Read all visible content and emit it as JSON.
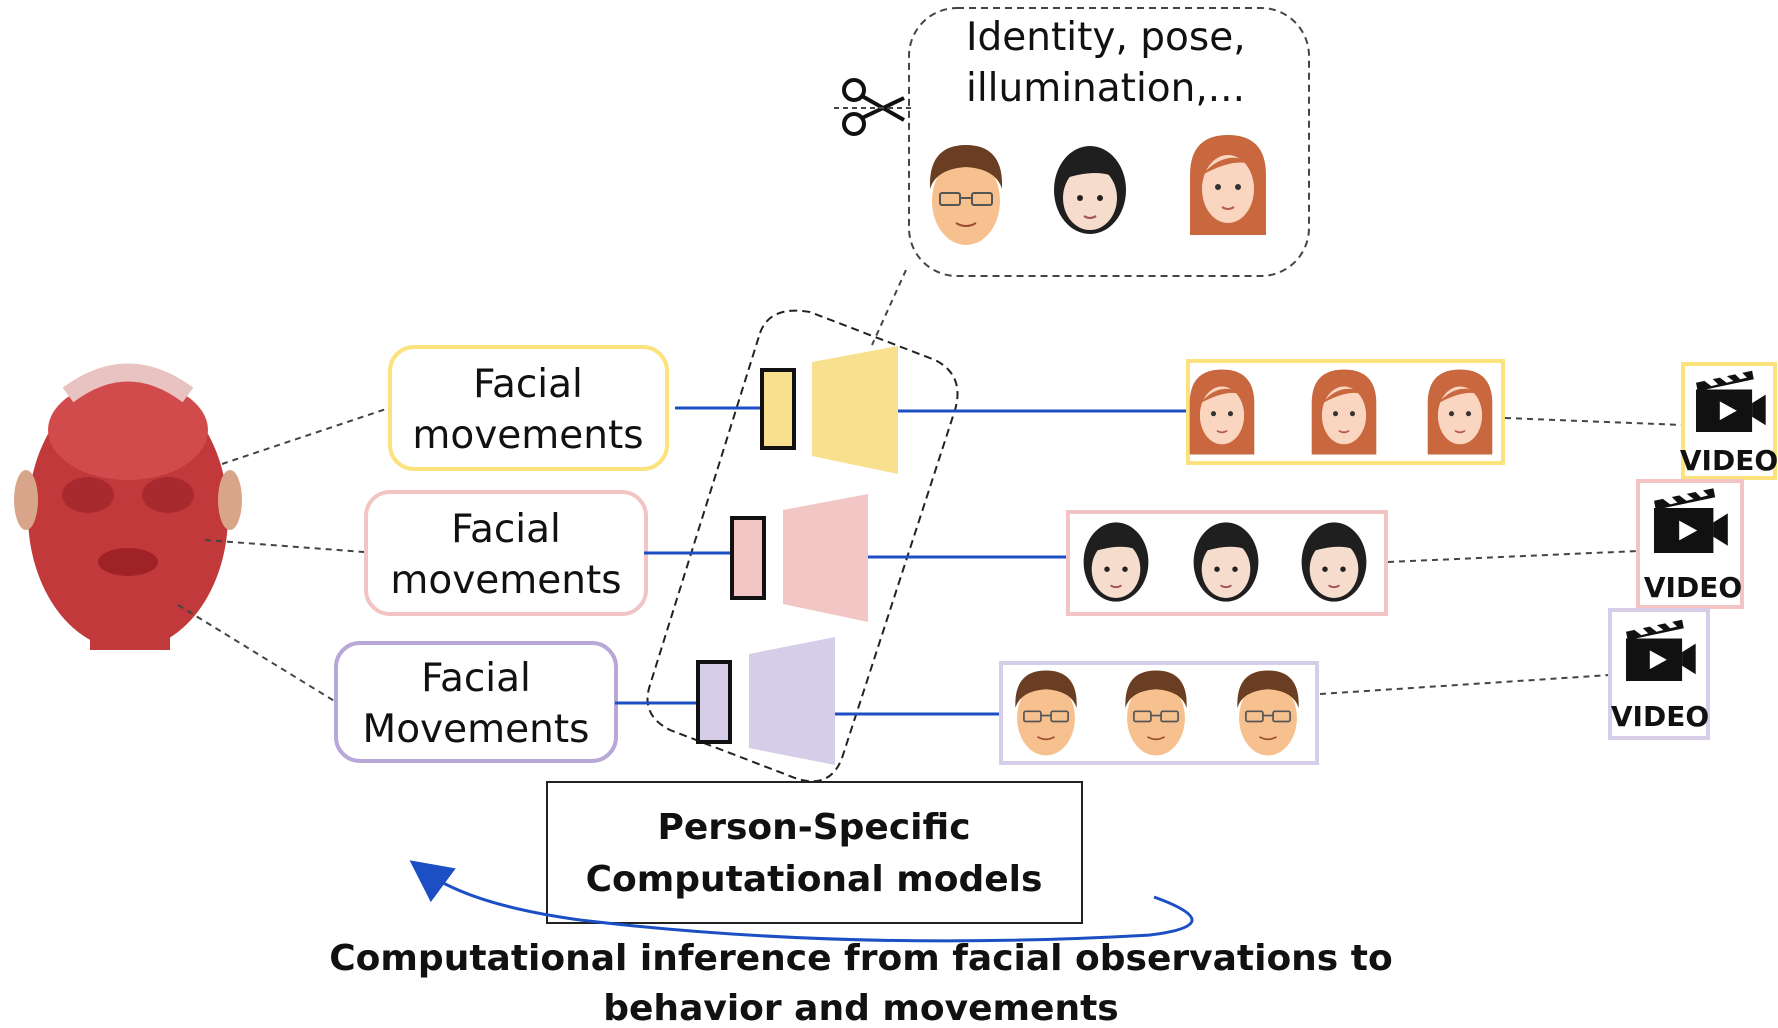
{
  "top_bubble": {
    "line1": "Identity, pose,",
    "line2": "illumination,..."
  },
  "branches": [
    {
      "line1": "Facial",
      "line2": "movements",
      "color": "#fbe27c",
      "fill": "#f9e08f"
    },
    {
      "line1": "Facial",
      "line2": "movements",
      "color": "#f2c4c4",
      "fill": "#f3c6c6"
    },
    {
      "line1": "Facial",
      "line2": "Movements",
      "color": "#b7a8d8",
      "fill": "#d6cee9"
    }
  ],
  "video_label": "VIDEO",
  "model_box": {
    "line1": "Person-Specific",
    "line2": "Computational models"
  },
  "bottom_caption": {
    "line1": "Computational inference from facial observations to",
    "line2": "behavior and movements"
  },
  "colors": {
    "link_blue": "#1c4fc4",
    "arrow_blue": "#1c4fc4",
    "muscle_red": "#b8353a"
  },
  "icons": [
    "scissors-icon",
    "video-clapper-icon",
    "anatomy-head-icon",
    "avatar-man-icon",
    "avatar-girl-icon",
    "avatar-woman-icon"
  ]
}
